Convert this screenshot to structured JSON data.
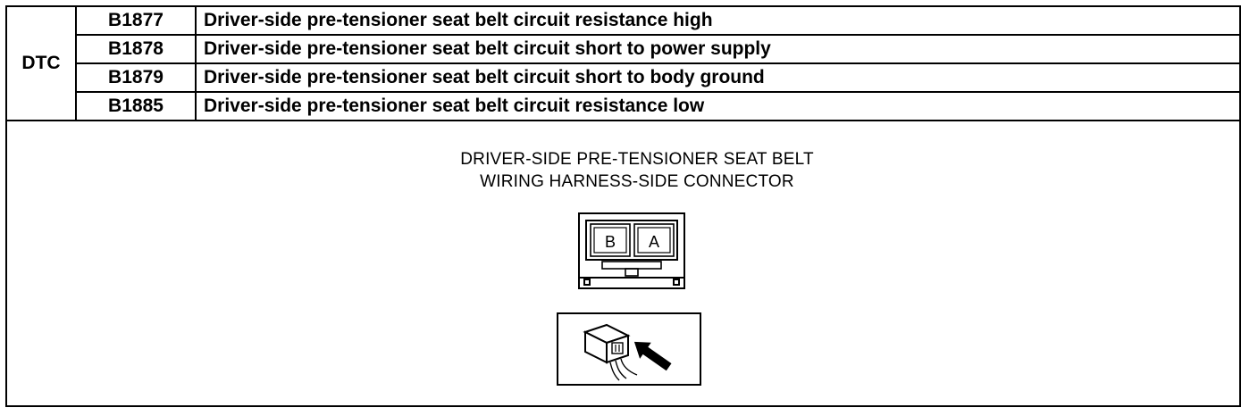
{
  "dtc": {
    "label": "DTC",
    "rows": [
      {
        "code": "B1877",
        "description": "Driver-side pre-tensioner seat belt circuit resistance high"
      },
      {
        "code": "B1878",
        "description": "Driver-side pre-tensioner seat belt circuit short to power supply"
      },
      {
        "code": "B1879",
        "description": "Driver-side pre-tensioner seat belt circuit short to body ground"
      },
      {
        "code": "B1885",
        "description": "Driver-side pre-tensioner seat belt circuit resistance low"
      }
    ]
  },
  "diagram": {
    "title_line1": "DRIVER-SIDE PRE-TENSIONER SEAT BELT",
    "title_line2": "WIRING HARNESS-SIDE CONNECTOR",
    "terminals": [
      "B",
      "A"
    ],
    "icons": {
      "connector": "connector-front-view-icon",
      "view_direction": "connector-view-direction-icon"
    }
  }
}
